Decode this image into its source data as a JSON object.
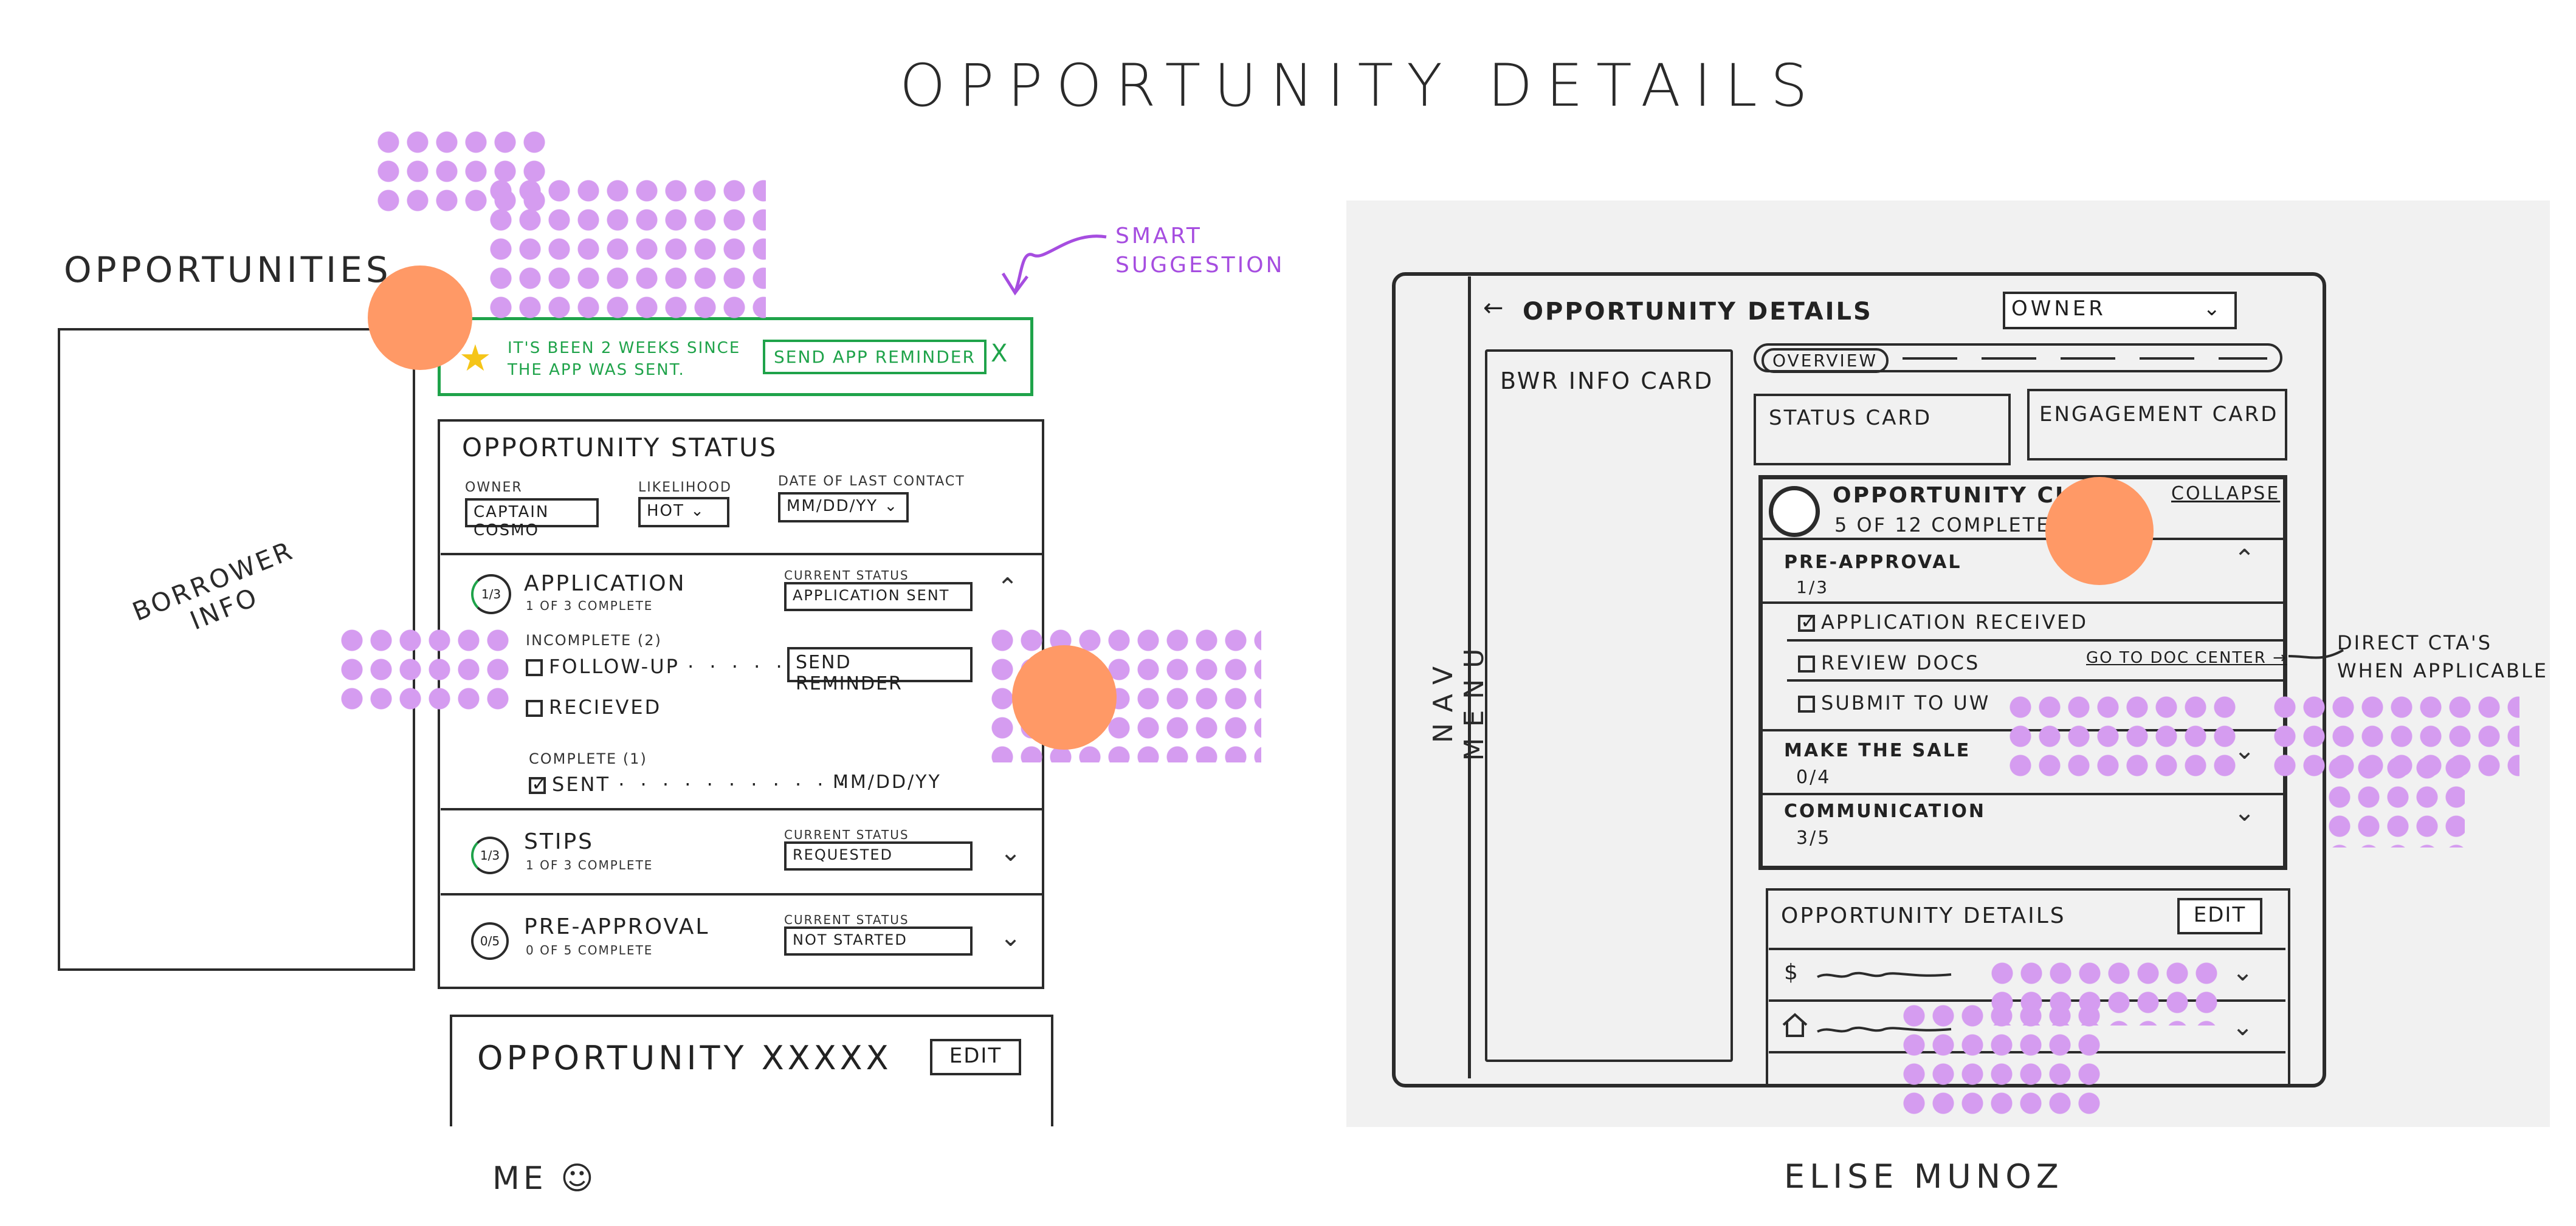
{
  "title": "OPPORTUNITY DETAILS",
  "captions": {
    "left": "ME ☺",
    "right": "ELISE MUNOZ"
  },
  "left": {
    "opportunities_label": "OPPORTUNITIES",
    "borrower_info": "BORROWER INFO",
    "smart_suggestion_note": "SMART SUGGESTION",
    "banner": {
      "text": "IT'S BEEN 2 WEEKS SINCE THE APP WAS SENT.",
      "button": "SEND APP REMINDER",
      "close": "X"
    },
    "status_card": {
      "title": "OPPORTUNITY STATUS",
      "owner_label": "OWNER",
      "owner_value": "CAPTAIN COSMO",
      "likelihood_label": "LIKELIHOOD",
      "likelihood_value": "HOT",
      "last_contact_label": "DATE OF LAST CONTACT",
      "last_contact_value": "MM/DD/YY"
    },
    "application": {
      "progress": "1/3",
      "name": "APPLICATION",
      "sub": "1 OF 3 COMPLETE",
      "status_label": "CURRENT STATUS",
      "status_value": "APPLICATION SENT",
      "incomplete_label": "INCOMPLETE (2)",
      "follow_up": "FOLLOW-UP",
      "send_reminder": "SEND REMINDER",
      "received": "RECIEVED",
      "complete_label": "COMPLETE (1)",
      "sent": "SENT",
      "sent_date": "MM/DD/YY"
    },
    "stips": {
      "progress": "1/3",
      "name": "STIPS",
      "sub": "1 OF 3 COMPLETE",
      "status_label": "CURRENT STATUS",
      "status_value": "REQUESTED"
    },
    "preapproval": {
      "progress": "0/5",
      "name": "PRE-APPROVAL",
      "sub": "0 OF 5 COMPLETE",
      "status_label": "CURRENT STATUS",
      "status_value": "NOT STARTED"
    },
    "opportunity_card": {
      "title": "OPPORTUNITY XXXXX",
      "edit": "EDIT"
    }
  },
  "right": {
    "nav_menu": "NAV MENU",
    "back": "←",
    "header_title": "OPPORTUNITY DETAILS",
    "owner_dropdown": "OWNER",
    "bwr_info": "BWR INFO CARD",
    "tab_overview": "OVERVIEW",
    "status_card": "STATUS CARD",
    "engagement_card": "ENGAGEMENT CARD",
    "checklist": {
      "title": "OPPORTUNITY CHECKLIST",
      "sub": "5 OF 12 COMPLETE",
      "collapse": "COLLAPSE",
      "preapproval": "PRE-APPROVAL",
      "preapproval_count": "1/3",
      "items": [
        "APPLICATION RECEIVED",
        "REVIEW DOCS",
        "SUBMIT TO UW"
      ],
      "doc_center": "GO TO DOC CENTER →",
      "make_sale": "MAKE THE SALE",
      "make_sale_count": "0/4",
      "communication": "COMMUNICATION",
      "communication_count": "3/5"
    },
    "cta_note": "DIRECT CTA'S WHEN APPLICABLE",
    "details": {
      "title": "OPPORTUNITY DETAILS",
      "edit": "EDIT",
      "dollar": "$"
    }
  }
}
